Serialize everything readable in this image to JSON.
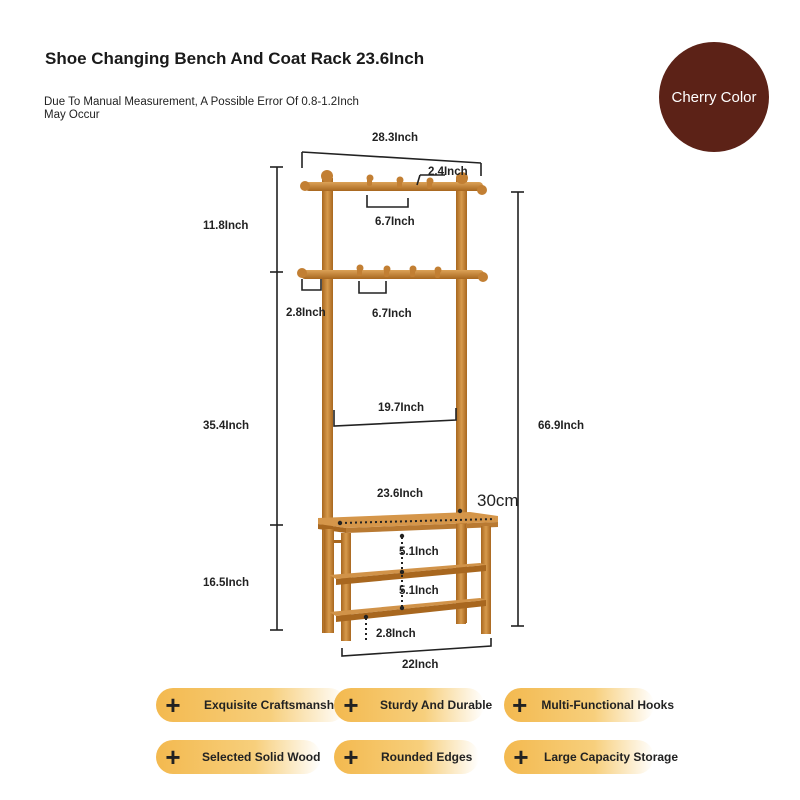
{
  "header": {
    "title": "Shoe Changing Bench And Coat Rack 23.6Inch",
    "note": "Due To Manual Measurement, A Possible Error Of 0.8-1.2Inch May Occur"
  },
  "badge": {
    "label": "Cherry Color",
    "color": "#5c2217"
  },
  "dimensions": {
    "top_width": "28.3Inch",
    "hook_spacing_top": "2.4Inch",
    "hook_width_top": "6.7Inch",
    "top_section_height": "11.8Inch",
    "hook_offset": "2.8Inch",
    "hook_width_lower": "6.7Inch",
    "inner_width": "19.7Inch",
    "middle_height": "35.4Inch",
    "total_height": "66.9Inch",
    "bench_width": "23.6Inch",
    "depth": "30cm",
    "shelf_gap_1": "5.1Inch",
    "shelf_gap_2": "5.1Inch",
    "bottom_clearance": "2.8Inch",
    "bench_height": "16.5Inch",
    "base_width": "22Inch"
  },
  "features": [
    "Exquisite Craftsmanship",
    "Sturdy And Durable",
    "Multi-Functional Hooks",
    "Selected Solid Wood",
    "Rounded Edges",
    "Large Capacity Storage"
  ],
  "colors": {
    "wood": "#c58a3d",
    "wood_dark": "#a56a26",
    "accent": "#f3b94f"
  }
}
